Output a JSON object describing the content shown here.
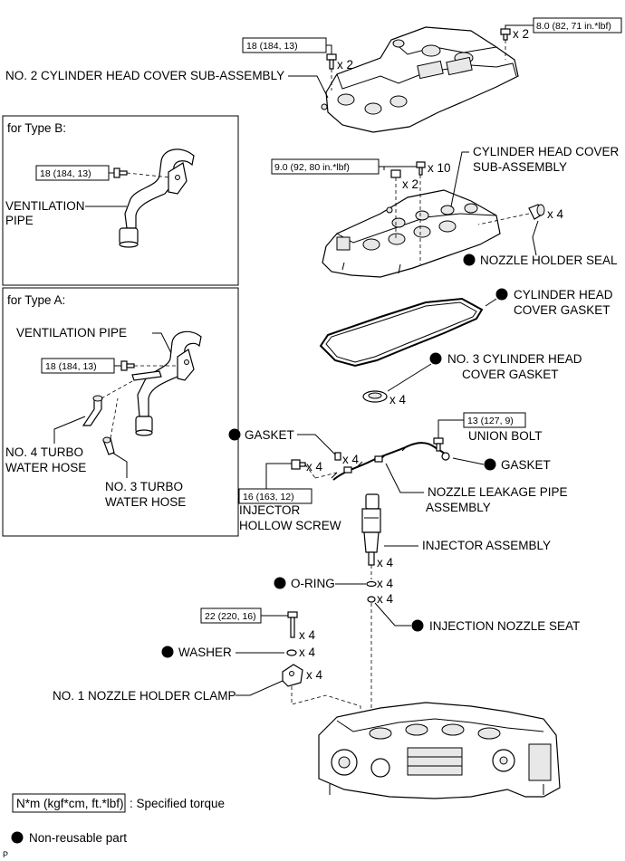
{
  "figure_code": "P",
  "torques": {
    "cover2_bolts": "18 (184, 13)",
    "cover2_nuts": "8.0 (82, 71 in.*lbf)",
    "head_cover_bolts": "9.0 (92, 80 in.*lbf)",
    "type_b_bolt": "18 (184, 13)",
    "type_a_bolt": "18 (184, 13)",
    "union_bolt": "13 (127, 9)",
    "hollow_screw": "16 (163, 12)",
    "clamp_bolt": "22 (220, 16)"
  },
  "quantities": {
    "x2": "x 2",
    "x10": "x 10",
    "x4": "x 4"
  },
  "labels": {
    "cover2_l1": "NO. 2 CYLINDER HEAD COVER SUB-ASSEMBLY",
    "type_b": "for Type B:",
    "type_a": "for Type A:",
    "vent_pipe_b_l1": "VENTILATION",
    "vent_pipe_b_l2": "PIPE",
    "vent_pipe_a": "VENTILATION PIPE",
    "hose4_l1": "NO. 4 TURBO",
    "hose4_l2": "WATER HOSE",
    "hose3_l1": "NO. 3 TURBO",
    "hose3_l2": "WATER HOSE",
    "head_cover_l1": "CYLINDER HEAD COVER",
    "head_cover_l2": "SUB-ASSEMBLY",
    "nozzle_seal": "NOZZLE HOLDER SEAL",
    "gasket_l1": "CYLINDER HEAD",
    "gasket_l2": "COVER GASKET",
    "gasket3_l1": "NO. 3 CYLINDER HEAD",
    "gasket3_l2": "COVER GASKET",
    "gasket_left": "GASKET",
    "union_bolt": "UNION BOLT",
    "gasket_right": "GASKET",
    "hollow_l1": "INJECTOR",
    "hollow_l2": "HOLLOW SCREW",
    "leak_pipe_l1": "NOZZLE LEAKAGE PIPE",
    "leak_pipe_l2": "ASSEMBLY",
    "injector": "INJECTOR ASSEMBLY",
    "oring": "O-RING",
    "nozzle_seat": "INJECTION NOZZLE SEAT",
    "washer": "WASHER",
    "clamp": "NO. 1 NOZZLE HOLDER CLAMP"
  },
  "legend": {
    "torque_unit": "N*m (kgf*cm, ft.*lbf)",
    "torque_desc": ": Specified torque",
    "nonreusable": "Non-reusable part"
  }
}
